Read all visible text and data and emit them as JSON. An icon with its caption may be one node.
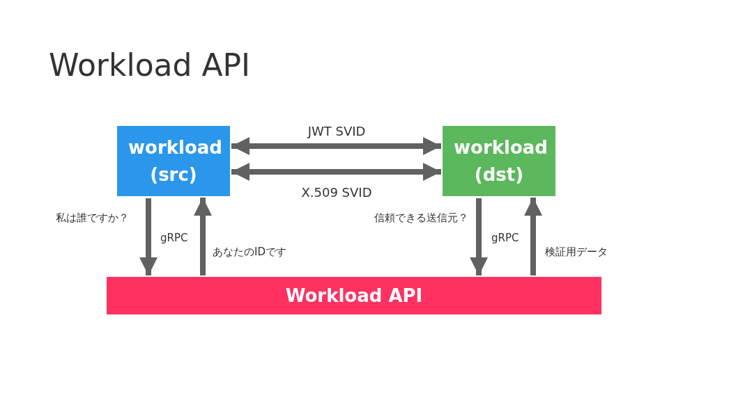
{
  "diagram": {
    "title": "Workload API",
    "nodes": [
      {
        "text": [
          "workload (src)"
        ]
      },
      {
        "text": [
          "workload (dst)"
        ]
      },
      {
        "text": [
          "Workload API"
        ]
      }
    ],
    "edges": [
      {
        "from": 0,
        "to": 1,
        "arrow": "both",
        "label": "JWT SVID"
      },
      {
        "from": 0,
        "to": 1,
        "arrow": "both",
        "label": "X.509 SVID"
      },
      {
        "from": 0,
        "to": 2,
        "arrow": "to",
        "label": "私は誰ですか？"
      },
      {
        "from": 2,
        "to": 0,
        "arrow": "to",
        "label": "あなたのIDです"
      },
      {
        "from": 1,
        "to": 2,
        "arrow": "to",
        "label": "信頼できる送信元？"
      },
      {
        "from": 2,
        "to": 1,
        "arrow": "to",
        "label": "検証用データ"
      }
    ],
    "labels": [
      "gRPC",
      "gRPC"
    ]
  }
}
